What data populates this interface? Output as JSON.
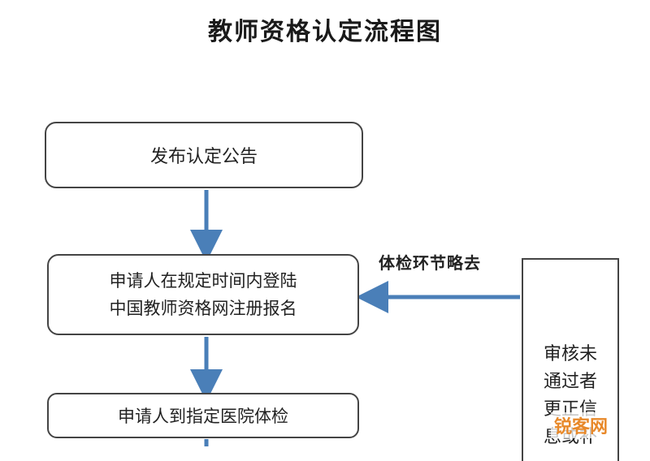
{
  "title": "教师资格认定流程图",
  "steps": {
    "publish": "发布认定公告",
    "register_line1": "申请人在规定时间内登陆",
    "register_line2": "中国教师资格网注册报名",
    "medical": "申请人到指定医院体检"
  },
  "note": "体检环节略去",
  "side_box": {
    "line1": "审核未",
    "line2": "通过者",
    "line3": "更正信",
    "line4": "息或补"
  },
  "watermark": "锐客网",
  "colors": {
    "arrow": "#4a7fb8",
    "border": "#444444",
    "watermark": "#e8892a"
  }
}
